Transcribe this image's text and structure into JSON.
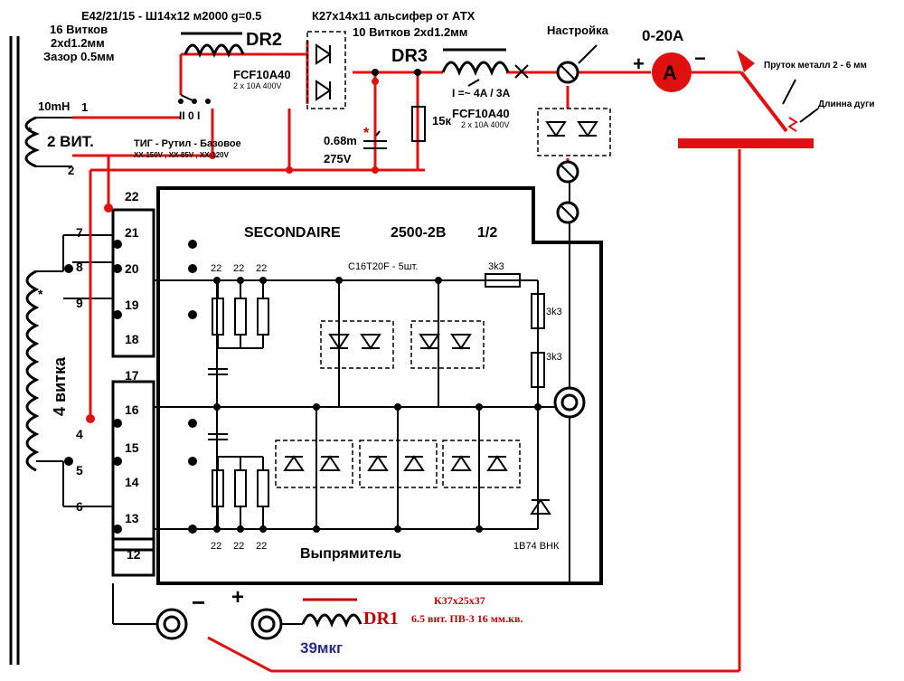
{
  "labels": {
    "dr2_core": "E42/21/15 - Ш14x12 м2000 g=0.5",
    "dr2_turns": "16 Витков",
    "dr2_wire": "2xd1.2мм",
    "dr2_gap": "Зазор 0.5мм",
    "dr2_name": "DR2",
    "dr3_core": "К27x14x11 альсифер от АТХ",
    "dr3_turns": "10 Витков 2xd1.2мм",
    "dr3_name": "DR3",
    "tuning": "Настройка",
    "ammeter_range": "0-20A",
    "ammeter": "A",
    "plus": "+",
    "minus": "−",
    "rod": "Пруток металл 2 - 6 мм",
    "arc": "Длинна дуги",
    "l10mh": "10mH",
    "aux_turns": "2 ВИТ.",
    "sw_pos": "II 0 I",
    "modes": "ТИГ - Рутил - Базовое",
    "mode_volts": "XX-150V , XX-85V , XX-120V",
    "diode1_name": "FCF10A40",
    "diode1_spec": "2 x 10A 400V",
    "diode2_name": "FCF10A40",
    "diode2_spec": "2 x 10A 400V",
    "cap_val": "0.68m",
    "cap_v": "275V",
    "res15k": "15к",
    "current_note": "I =~ 4A / 3A",
    "secondaire": "SECONDAIRE",
    "model": "2500-2B",
    "half": "1/2",
    "thyristors": "C16T20F - 5шт.",
    "r1": "3k3",
    "r2": "3k3",
    "r3": "3k3",
    "rc_cap": "22",
    "rectifier": "Выпрямитель",
    "diode_bottom": "1В74 ВНК",
    "winding4": "4 витка",
    "dr1_core": "К37x25x37",
    "dr1_name": "DR1",
    "dr1_wire": "6.5 вит. ПВ-3 16 мм.кв.",
    "dr1_ind": "39мкг",
    "pins_left": [
      "7",
      "8",
      "9",
      "4",
      "5",
      "6",
      "1",
      "2"
    ],
    "pins_box": [
      "22",
      "21",
      "20",
      "19",
      "18",
      "17",
      "16",
      "15",
      "14",
      "13",
      "12"
    ],
    "star": "*"
  }
}
